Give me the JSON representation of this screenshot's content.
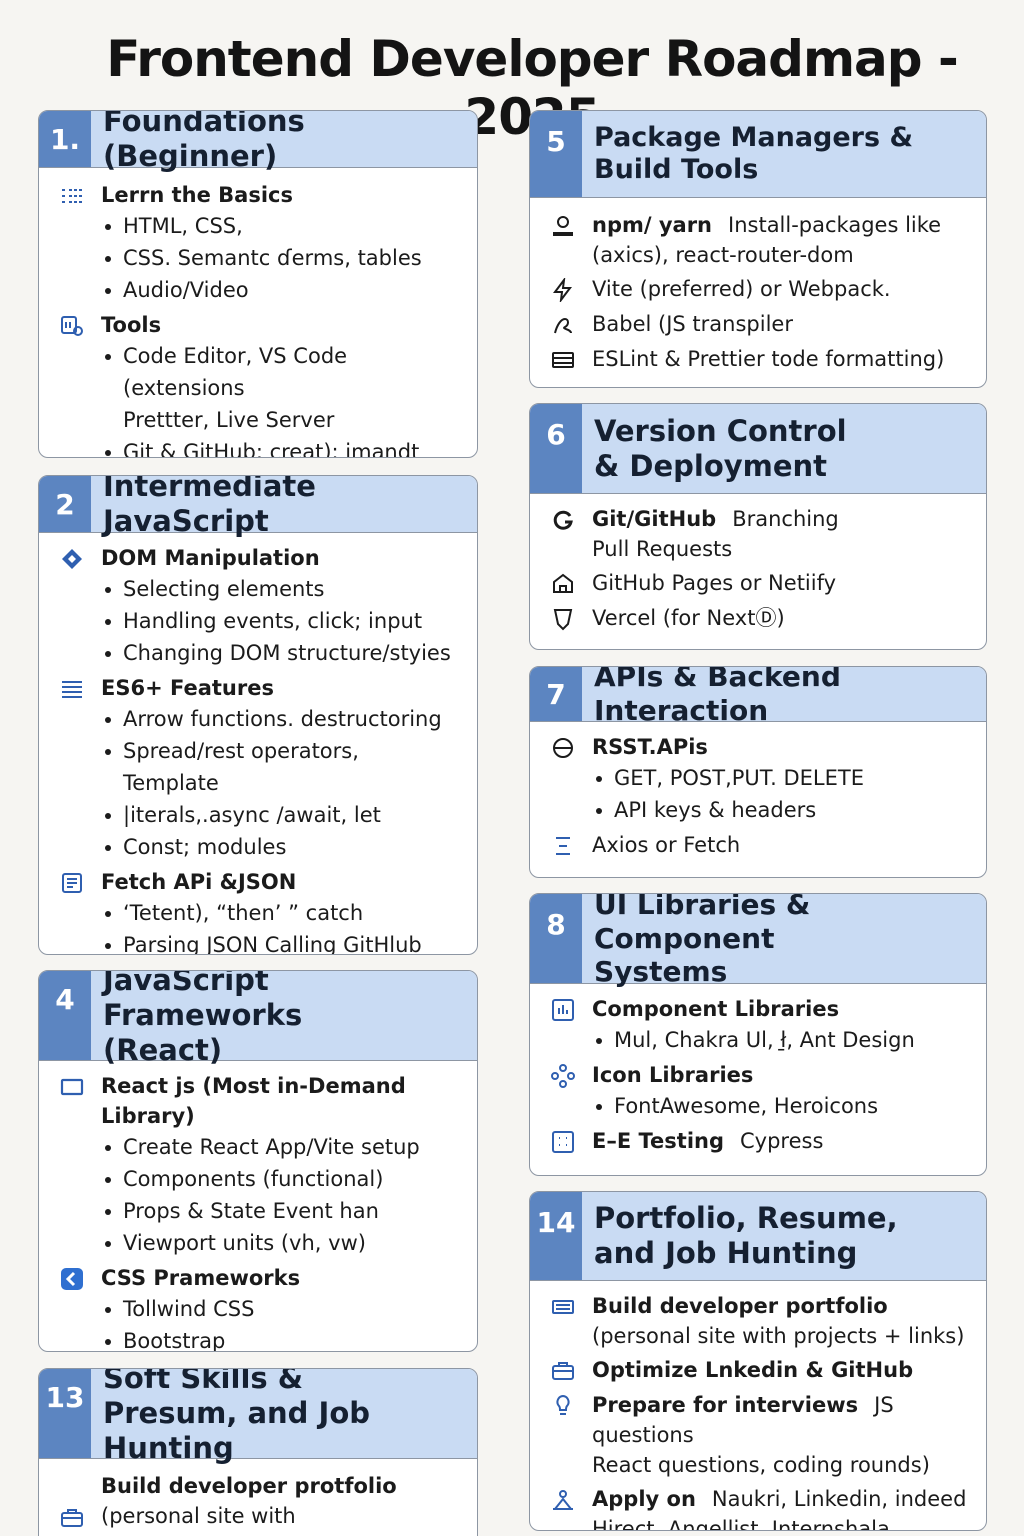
{
  "title": "Frontend Developer Roadmap - 2025",
  "cards": {
    "c1": {
      "num": "1.",
      "title": "Foundations (Beginner)",
      "s1_title": "Lerrn the Basics",
      "s1_items": [
        "HTML, CSS,",
        "CSS. Semantc  ɗerms, tables",
        "Audio/Video"
      ],
      "s2_title": "Tools",
      "s2_item1": "Code Editor, VS Code (extensions",
      "s2_item1_cont": "Prettter, Live Server",
      "s2_item2": "Git & GitHub; creat):  imandt"
    },
    "c2": {
      "num": "2",
      "title": "Intermediate JavaScript",
      "s1_title": "DOM Manipulation",
      "s1_items": [
        "Selecting elements",
        "Handling events, click; input",
        "Changing DOM structure/styies"
      ],
      "s2_title": "ES6+ Features",
      "s2_items": [
        "Arrow functions. destructoring",
        "Spread/rest operators, Template",
        "|iterals,.async /await, let",
        "Const; modules"
      ],
      "s3_title": "Fetch APi &JSON",
      "s3_items": [
        "‘Tetent), “then’  ” catch",
        "Parsing JSON  Calling GitHlub API"
      ]
    },
    "c4": {
      "num": "4",
      "title_l1": "JavaScript Frameworks",
      "title_l2": "(React)",
      "s1_title": "React js (Most in-Demand Library)",
      "s1_items": [
        "Create React App/Vite setup",
        "Components (functional)",
        "Props & State  Event han",
        "Viewport units (vh, vw)"
      ],
      "s2_title": "CSS Prameworks",
      "s2_items": [
        "Tollwind CSS",
        "Bootstrap"
      ]
    },
    "c13": {
      "num": "13",
      "title_l1": "Soft Skills &",
      "title_l2": "Presum, and Job Hunting",
      "s1_title": "Build developer protfolio",
      "s1_line": "(personal site with projects+links)"
    },
    "c5": {
      "num": "5",
      "title_l1": "Package Managers &",
      "title_l2": "Build Tools",
      "r1_bold": "npm/ yarn",
      "r1_text": "Install-packages like",
      "r1_cont": "(axics), react-router-dom",
      "r2": "Vite (preferred) or Webpack.",
      "r3": "Babel (JS transpiler",
      "r4": "ESLint & Prettier tode formatting)"
    },
    "c6": {
      "num": "6",
      "title_l1": "Version Control",
      "title_l2": "& Deployment",
      "r1_bold": "Git/GitHub",
      "r1_text": "Branching",
      "r1_cont": "Pull Requests",
      "r2": "GitHub Pages or Netiify",
      "r3": "Vercel (for NextⒹ)"
    },
    "c7": {
      "num": "7",
      "title": "APIs & Backend Interaction",
      "s1_title": "RSST.APis",
      "s1_items": [
        "GET, POST,PUT. DELETE",
        "API keys & headers"
      ],
      "s2_title": "Axios or Fetch"
    },
    "c8": {
      "num": "8",
      "title_l1": "UI Libraries & Component",
      "title_l2": "Systems",
      "s1_title": "Component Libraries",
      "s1_items": [
        "Mul, Chakra Ul, ł̱, Ant Design"
      ],
      "s2_title": "Icon Libraries",
      "s2_items": [
        "FontAwesome, Heroicons"
      ],
      "s3_bold": "E–E Testing",
      "s3_text": "Cypress"
    },
    "c14": {
      "num": "14",
      "title_l1": "Portfolio, Resume,",
      "title_l2": "and Job Hunting",
      "r1_title": "Build developer portfolio",
      "r1_cont": "(personal site with projects + links)",
      "r2_title": "Optimize Lnkedin & GitHub",
      "r3_bold": "Prepare for interviews",
      "r3_text": "JS questions",
      "r3_cont": "React questions, coding rounds)",
      "r4_bold": "Apply on",
      "r4_text": "Naukri, Linkedin, indeed",
      "r4_cont": "Hirect, Angellist, Internshala"
    }
  },
  "colors": {
    "header_bg": "#c9dbf3",
    "num_bg": "#5c85c1",
    "icon": "#2f5fb0",
    "border": "#8d96a3"
  }
}
